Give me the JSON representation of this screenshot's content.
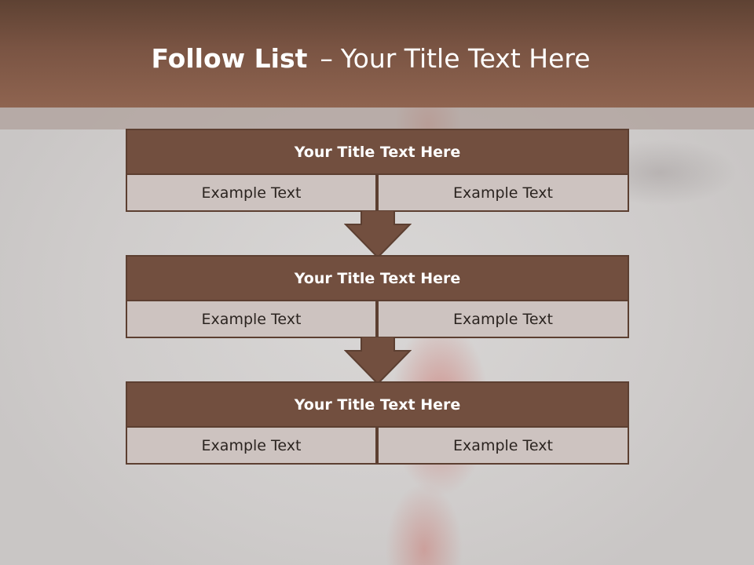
{
  "slide": {
    "title_bold": "Follow List",
    "title_dash": "–",
    "title_rest": "Your Title Text Here"
  },
  "steps": [
    {
      "title": "Your Title Text Here",
      "left": "Example Text",
      "right": "Example Text"
    },
    {
      "title": "Your Title Text Here",
      "left": "Example Text",
      "right": "Example Text"
    },
    {
      "title": "Your Title Text Here",
      "left": "Example Text",
      "right": "Example Text"
    }
  ],
  "colors": {
    "header": "#7a5443",
    "box_title": "#724f3f",
    "box_cell": "#cdc3c0",
    "arrow": "#724f3f"
  }
}
